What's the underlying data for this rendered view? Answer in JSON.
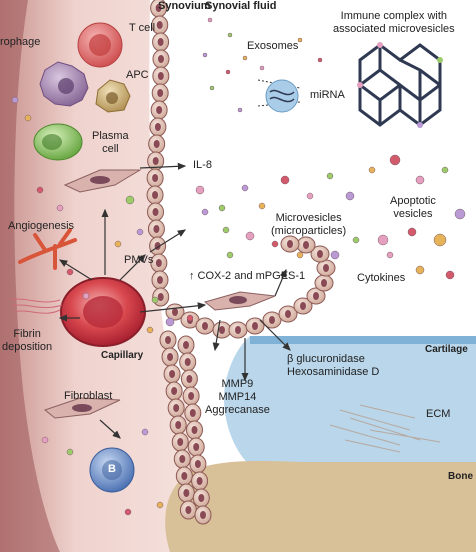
{
  "labels": {
    "synovium": "Synovium",
    "synovial_fluid": "Synovial fluid",
    "immune_complex": "Immune complex with\nassociated microvesicles",
    "macrophage": "rophage",
    "t_cell": "T cell",
    "exosomes": "Exosomes",
    "apc": "APC",
    "mirna": "miRNA",
    "plasma_cell": "Plasma\ncell",
    "il8": "IL-8",
    "apoptotic_vesicles": "Apoptotic\nvesicles",
    "microvesicles": "Microvesicles\n(microparticles)",
    "angiogenesis": "Angiogenesis",
    "pmvs": "PMVs",
    "cox2": "↑ COX-2 and mPGES-1",
    "cytokines": "Cytokines",
    "fibrin": "Fibrin\ndeposition",
    "capillary": "Capillary",
    "cartilage": "Cartilage",
    "b_glucuronidase": "β glucuronidase\nHexosaminidase D",
    "mmp": "MMP9\nMMP14\nAggrecanase",
    "fibroblast": "Fibroblast",
    "ecm": "ECM",
    "b_cell": "B",
    "bone": "Bone"
  },
  "colors": {
    "synovium_bg": "#f2d9d5",
    "membrane_cell": "#e2c2b6",
    "cartilage": "#bcd8ea",
    "bone": "#d9c29b",
    "t_cell": "#e36f6f",
    "macrophage": "#9a7aa6",
    "apc": "#c2a46e",
    "plasma_cell": "#8fc06a",
    "b_cell": "#6e90c8",
    "capillary": "#c8303a",
    "vesicle_pink": "#e5a0bf",
    "vesicle_green": "#9ccc6a",
    "vesicle_lilac": "#b99ad4",
    "network": "#2f3a52"
  }
}
